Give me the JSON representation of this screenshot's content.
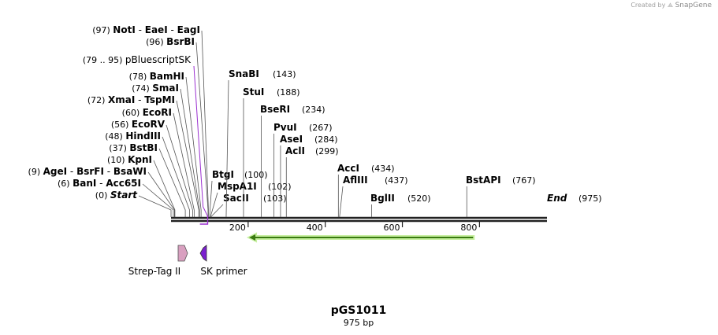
{
  "branding": {
    "created_by": "Created by",
    "product": "SnapGene"
  },
  "plasmid": {
    "name": "pGS1011",
    "length_label": "975 bp",
    "length_bp": 975
  },
  "colors": {
    "feature_pink": "#d9a0c0",
    "primer_purple": "#7b1fd0",
    "arrow_green": "#c7f0a0",
    "arrow_edge": "#3a7a10",
    "label_purple": "#9b30d0"
  },
  "ticks": [
    {
      "value": 200,
      "label": "200"
    },
    {
      "value": 400,
      "label": "400"
    },
    {
      "value": 600,
      "label": "600"
    },
    {
      "value": 800,
      "label": "800"
    }
  ],
  "left_sites": [
    {
      "pos": 0,
      "pos_label": "(0)",
      "names": [
        "Start"
      ],
      "italic": true
    },
    {
      "pos": 6,
      "pos_label": "(6)",
      "names": [
        "BanI",
        "Acc65I"
      ]
    },
    {
      "pos": 9,
      "pos_label": "(9)",
      "names": [
        "AgeI",
        "BsrFI",
        "BsaWI"
      ]
    },
    {
      "pos": 10,
      "pos_label": "(10)",
      "names": [
        "KpnI"
      ]
    },
    {
      "pos": 37,
      "pos_label": "(37)",
      "names": [
        "BstBI"
      ]
    },
    {
      "pos": 48,
      "pos_label": "(48)",
      "names": [
        "HindIII"
      ]
    },
    {
      "pos": 56,
      "pos_label": "(56)",
      "names": [
        "EcoRV"
      ]
    },
    {
      "pos": 60,
      "pos_label": "(60)",
      "names": [
        "EcoRI"
      ]
    },
    {
      "pos": 72,
      "pos_label": "(72)",
      "names": [
        "XmaI",
        "TspMI"
      ]
    },
    {
      "pos": 74,
      "pos_label": "(74)",
      "names": [
        "SmaI"
      ]
    },
    {
      "pos": 78,
      "pos_label": "(78)",
      "names": [
        "BamHI"
      ]
    },
    {
      "pos": 96,
      "pos_label": "(96)",
      "names": [
        "BsrBI"
      ]
    },
    {
      "pos": 97,
      "pos_label": "(97)",
      "names": [
        "NotI",
        "EaeI",
        "EagI"
      ]
    }
  ],
  "primer_site": {
    "range_label": "(79 .. 95)",
    "name": "pBluescriptSK",
    "start": 79,
    "end": 95
  },
  "right_sites": [
    {
      "pos": 100,
      "name": "BtgI",
      "pos_label": "(100)"
    },
    {
      "pos": 102,
      "name": "MspA1I",
      "pos_label": "(102)"
    },
    {
      "pos": 103,
      "name": "SacII",
      "pos_label": "(103)"
    },
    {
      "pos": 143,
      "name": "SnaBI",
      "pos_label": "(143)"
    },
    {
      "pos": 188,
      "name": "StuI",
      "pos_label": "(188)"
    },
    {
      "pos": 234,
      "name": "BseRI",
      "pos_label": "(234)"
    },
    {
      "pos": 267,
      "name": "PvuI",
      "pos_label": "(267)"
    },
    {
      "pos": 284,
      "name": "AseI",
      "pos_label": "(284)"
    },
    {
      "pos": 299,
      "name": "AclI",
      "pos_label": "(299)"
    },
    {
      "pos": 434,
      "name": "AccI",
      "pos_label": "(434)"
    },
    {
      "pos": 437,
      "name": "AflIII",
      "pos_label": "(437)"
    },
    {
      "pos": 520,
      "name": "BglII",
      "pos_label": "(520)"
    },
    {
      "pos": 767,
      "name": "BstAPI",
      "pos_label": "(767)"
    },
    {
      "pos": 975,
      "name": "End",
      "pos_label": "(975)",
      "italic": true
    }
  ],
  "features": [
    {
      "name": "Strep-Tag II",
      "start": 20,
      "end": 43,
      "direction": "forward",
      "color": "#d9a0c0"
    },
    {
      "name": "SK primer",
      "start": 79,
      "end": 95,
      "direction": "reverse",
      "color": "#7b1fd0"
    }
  ],
  "orf": {
    "start": 180,
    "end": 810,
    "direction": "reverse"
  }
}
